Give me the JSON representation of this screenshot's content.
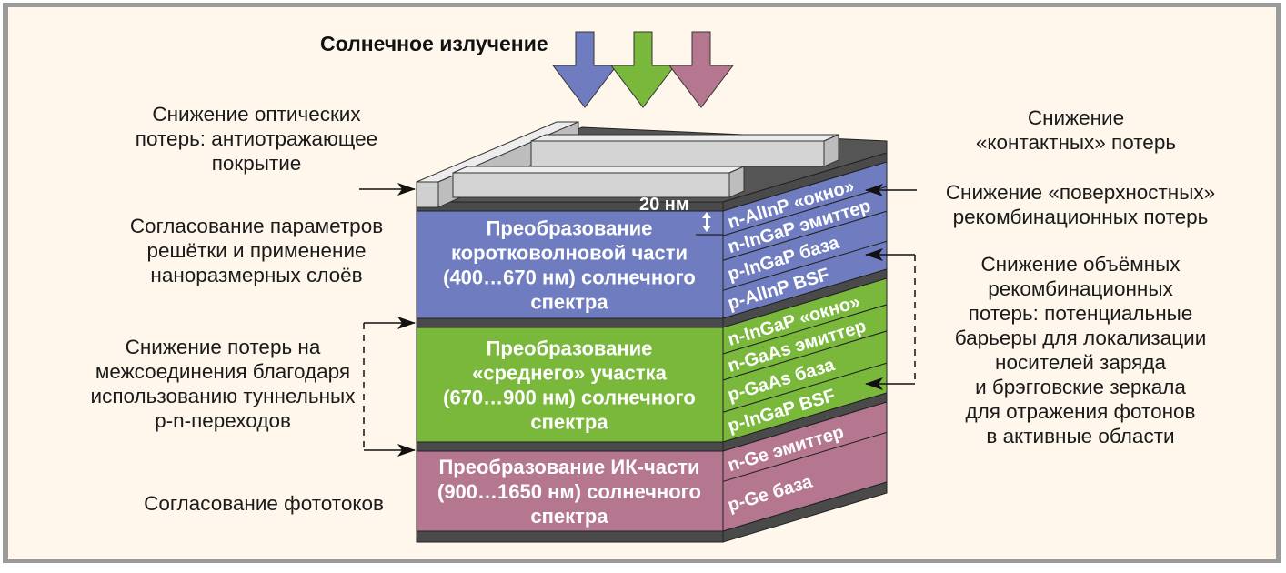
{
  "title": "Солнечное излучение",
  "colors": {
    "background": "#fff7eb",
    "frame": "#9a9a9a",
    "top_cell": "#6f7cbf",
    "middle_cell": "#7ab83c",
    "bottom_cell": "#b5778f",
    "contact": "#d4d4d4",
    "tunnel_layer": "#4a4a4a"
  },
  "sun_arrows": [
    {
      "name": "blue-ray",
      "color": "#6f7cbf"
    },
    {
      "name": "green-ray",
      "color": "#7ab83c"
    },
    {
      "name": "pink-ray",
      "color": "#b5778f"
    }
  ],
  "thickness_label": "20 нм",
  "cells": [
    {
      "name": "top-cell",
      "front_lines": [
        "Преобразование",
        "коротковолновой части",
        "(400…670 нм) солнечного",
        "спектра"
      ],
      "layers": [
        "n-AlInP «окно»",
        "n-InGaP эмиттер",
        "p-InGaP база",
        "p-AlInP BSF"
      ]
    },
    {
      "name": "middle-cell",
      "front_lines": [
        "Преобразование",
        "«среднего» участка",
        "(670…900 нм) солнечного",
        "спектра"
      ],
      "layers": [
        "n-InGaP «окно»",
        "n-GaAs эмиттер",
        "p-GaAs база",
        "p-InGaP BSF"
      ]
    },
    {
      "name": "bottom-cell",
      "front_lines": [
        "Преобразование ИК-части",
        "(900…1650 нм) солнечного",
        "спектра"
      ],
      "layers": [
        "n-Ge эмиттер",
        "p-Ge база"
      ]
    }
  ],
  "left_annotations": [
    {
      "name": "optical-losses",
      "lines": [
        "Снижение оптических",
        "потерь: антиотражающее",
        "покрытие"
      ]
    },
    {
      "name": "lattice-matching",
      "lines": [
        "Согласование параметров",
        "решётки и применение",
        "наноразмерных слоёв"
      ]
    },
    {
      "name": "interconnect-losses",
      "lines": [
        "Снижение потерь на",
        "межсоединения благодаря",
        "использованию туннельных",
        "p-n-переходов"
      ]
    },
    {
      "name": "photocurrent-matching",
      "lines": [
        "Согласование фототоков"
      ]
    }
  ],
  "right_annotations": [
    {
      "name": "contact-losses",
      "lines": [
        "Снижение",
        "«контактных» потерь"
      ]
    },
    {
      "name": "surface-recombination",
      "lines": [
        "Снижение «поверхностных»",
        "рекомбинационных потерь"
      ]
    },
    {
      "name": "bulk-recombination",
      "lines": [
        "Снижение объёмных",
        "рекомбинационных",
        "потерь: потенциальные",
        "барьеры для локализации",
        "носителей заряда",
        "и брэгговские зеркала",
        "для отражения фотонов",
        "в активные области"
      ]
    }
  ]
}
